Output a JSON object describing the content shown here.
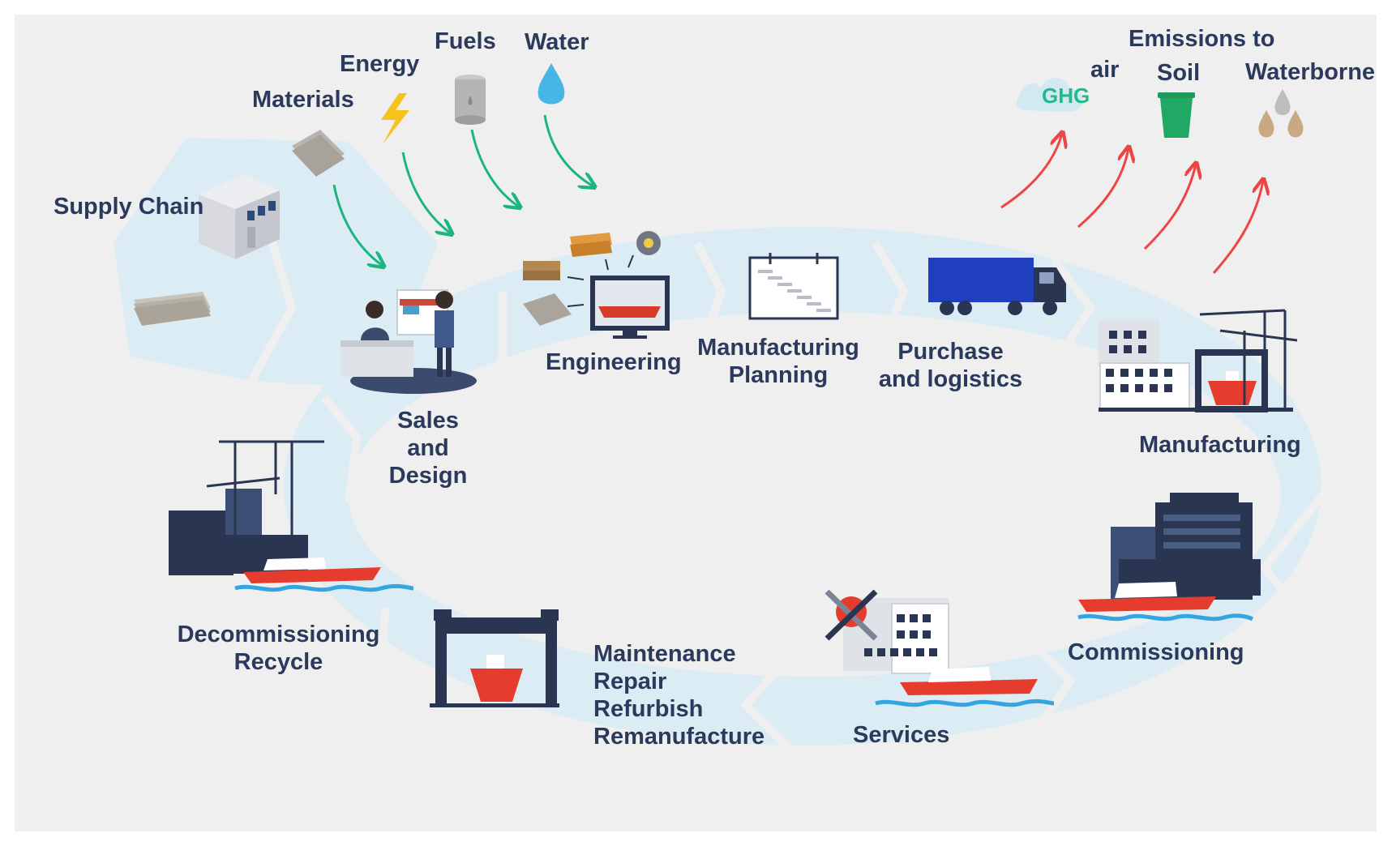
{
  "inputs": {
    "supply_chain": "Supply Chain",
    "materials": "Materials",
    "energy": "Energy",
    "fuels": "Fuels",
    "water": "Water"
  },
  "emissions": {
    "title": "Emissions to",
    "air": "air",
    "ghg": "GHG",
    "soil": "Soil",
    "waterborne": "Waterborne"
  },
  "stages": {
    "sales_line1": "Sales",
    "sales_line2": "and",
    "sales_line3": "Design",
    "engineering": "Engineering",
    "planning_line1": "Manufacturing",
    "planning_line2": "Planning",
    "purchase_line1": "Purchase",
    "purchase_line2": "and logistics",
    "manufacturing": "Manufacturing",
    "commissioning": "Commissioning",
    "services": "Services",
    "maintenance_line1": "Maintenance",
    "maintenance_line2": "Repair",
    "maintenance_line3": "Refurbish",
    "maintenance_line4": "Remanufacture",
    "decom_line1": "Decommissioning",
    "decom_line2": "Recycle"
  },
  "colors": {
    "background": "#efefef",
    "cycle_band": "#dcecf4",
    "text": "#2b3a5c",
    "input_arrow": "#1bb57f",
    "emission_arrow": "#ee4444",
    "ship_red": "#e63c2e",
    "navy": "#2a3552",
    "truck_blue": "#1f3fbf"
  }
}
